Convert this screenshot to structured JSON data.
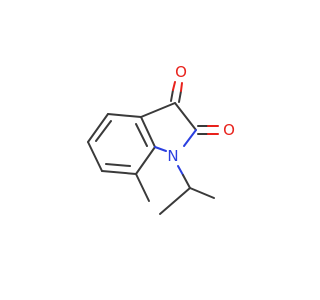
{
  "molecule": {
    "atoms": {
      "o_top": {
        "label": "O",
        "color": "#e8221c"
      },
      "o_right": {
        "label": "O",
        "color": "#e8221c"
      },
      "n_ring": {
        "label": "N",
        "color": "#2a3fe0"
      }
    },
    "bond_color": "#3a3a3a"
  }
}
